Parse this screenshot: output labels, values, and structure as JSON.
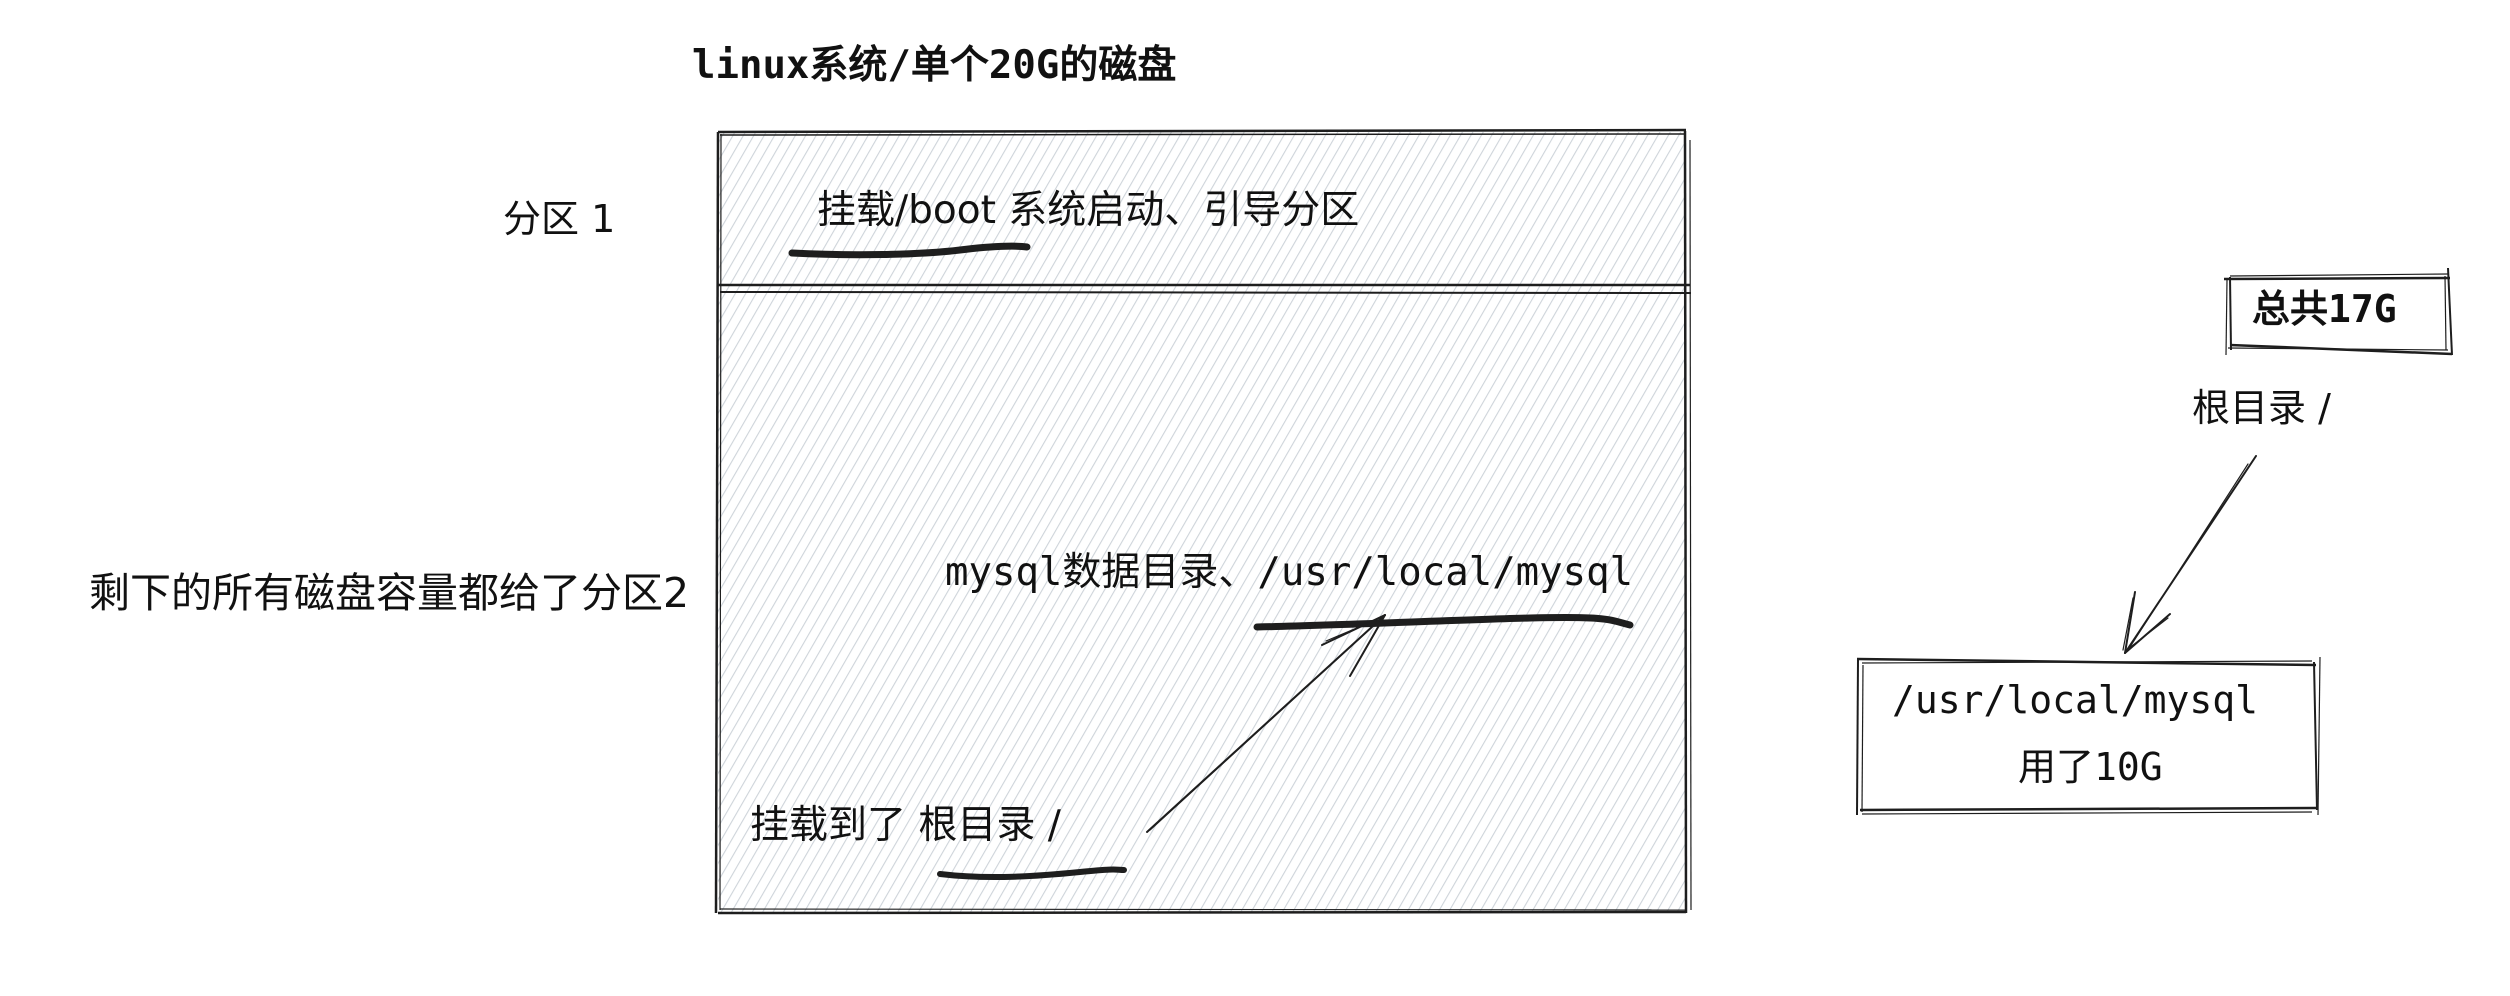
{
  "title": "linux系统/单个20G的磁盘",
  "disk": {
    "partition1": {
      "side_label": "分区 1",
      "mount_text": "挂载/boot 系统启动、引导分区"
    },
    "partition2": {
      "side_label": "剩下的所有磁盘容量都给了分区2",
      "mysql_text": "mysql数据目录、/usr/local/mysql",
      "mount_text": "挂载到了 根目录  /"
    }
  },
  "right_panel": {
    "total_badge": "总共17G",
    "root_label": "根目录 /",
    "usage_box": {
      "path": "/usr/local/mysql",
      "used": "用了10G"
    }
  },
  "colors": {
    "stroke": "#1e1e1e",
    "hatch": "#ced4da",
    "background": "#ffffff"
  }
}
